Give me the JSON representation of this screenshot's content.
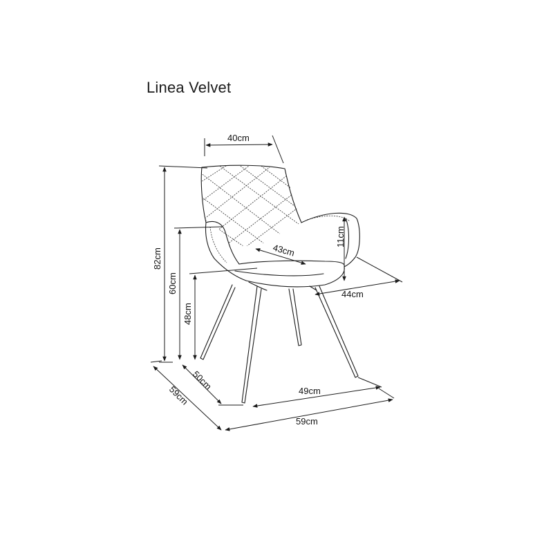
{
  "title": "Linea Velvet",
  "dimensions": {
    "back_width": "40cm",
    "total_height": "82cm",
    "armrest_height": "60cm",
    "seat_height": "48cm",
    "armrest_gap": "11cm",
    "seat_depth": "43cm",
    "seat_width": "44cm",
    "base_depth": "50cm",
    "base_width": "49cm",
    "overall_depth": "59cm",
    "overall_width": "59cm"
  },
  "icons": {
    "chair": "armchair-drawing-icon",
    "arrow": "dimension-arrow-icon"
  }
}
